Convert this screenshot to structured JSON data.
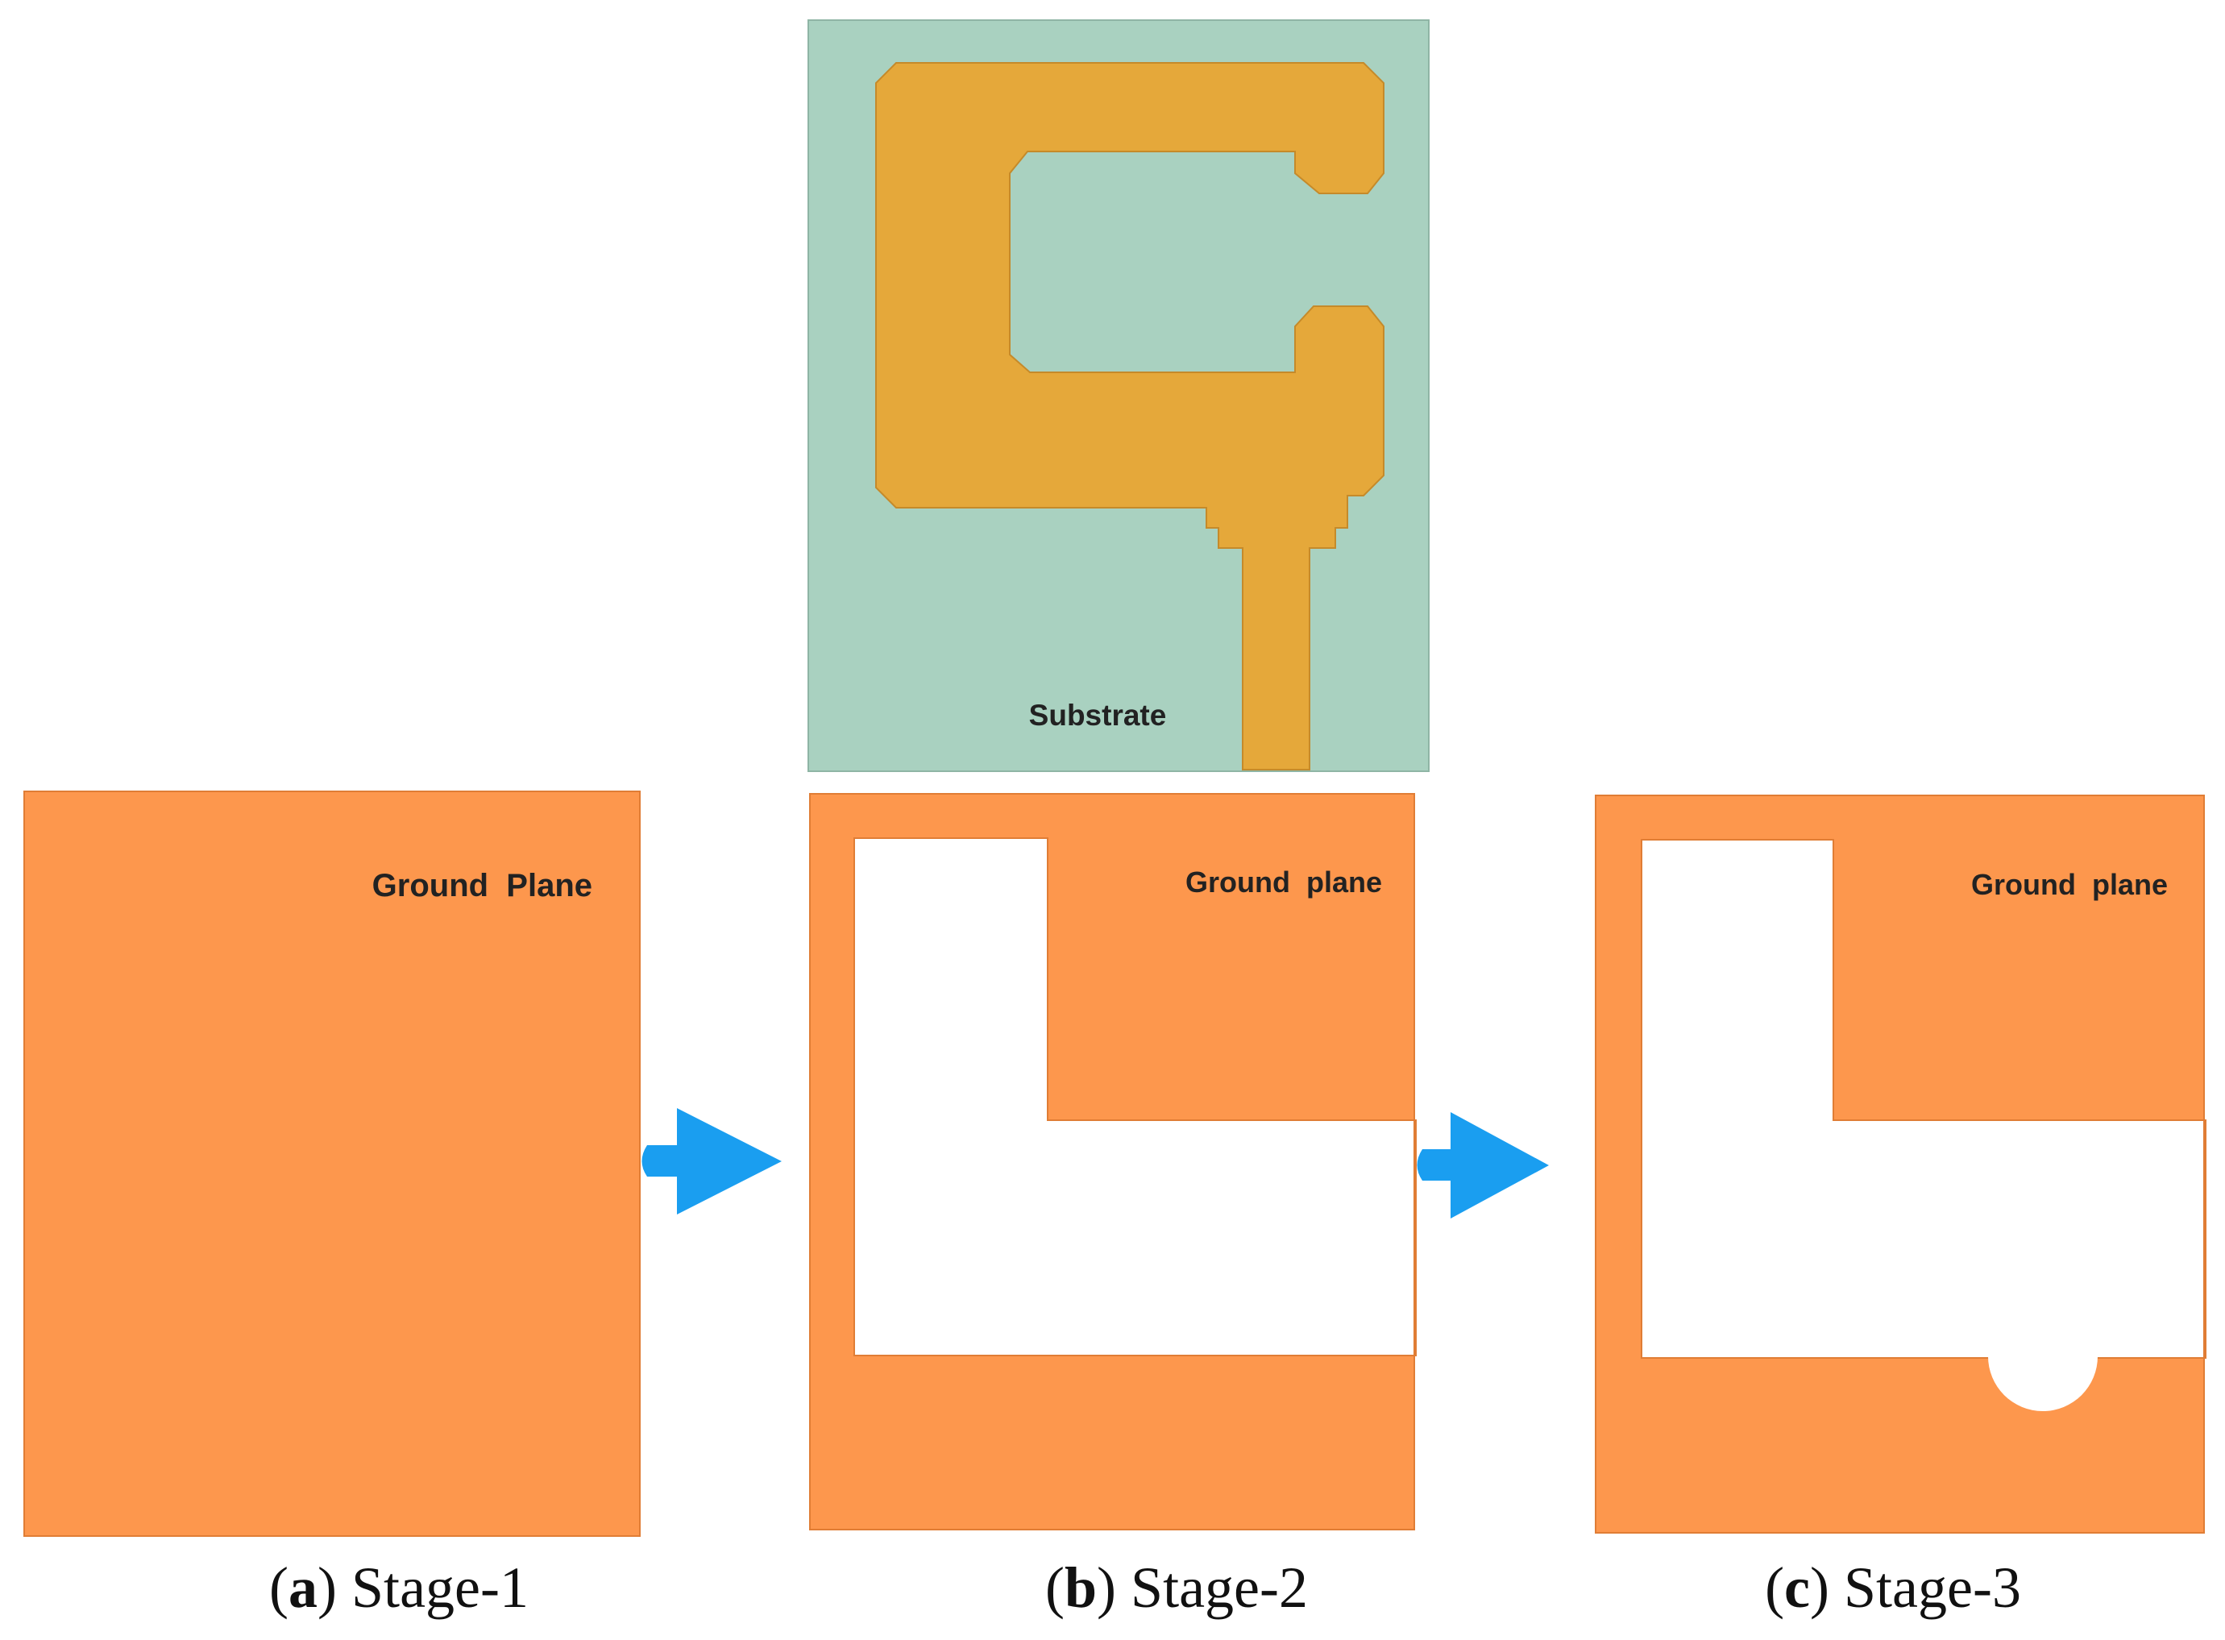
{
  "colors": {
    "substrate": "#a9d1c0",
    "patch": "#e5a83a",
    "ground": "#fd974d",
    "arrow": "#1a9ef0",
    "slot": "#ffffff"
  },
  "top_panel": {
    "label": "Substrate"
  },
  "panels": [
    {
      "label": "Ground  Plane",
      "caption_letter": "a",
      "caption_text": "Stage-1"
    },
    {
      "label": "Ground  plane",
      "caption_letter": "b",
      "caption_text": "Stage-2"
    },
    {
      "label": "Ground  plane",
      "caption_letter": "c",
      "caption_text": "Stage-3"
    }
  ],
  "arrows": [
    {
      "icon": "right-arrow-icon"
    },
    {
      "icon": "right-arrow-icon"
    }
  ]
}
